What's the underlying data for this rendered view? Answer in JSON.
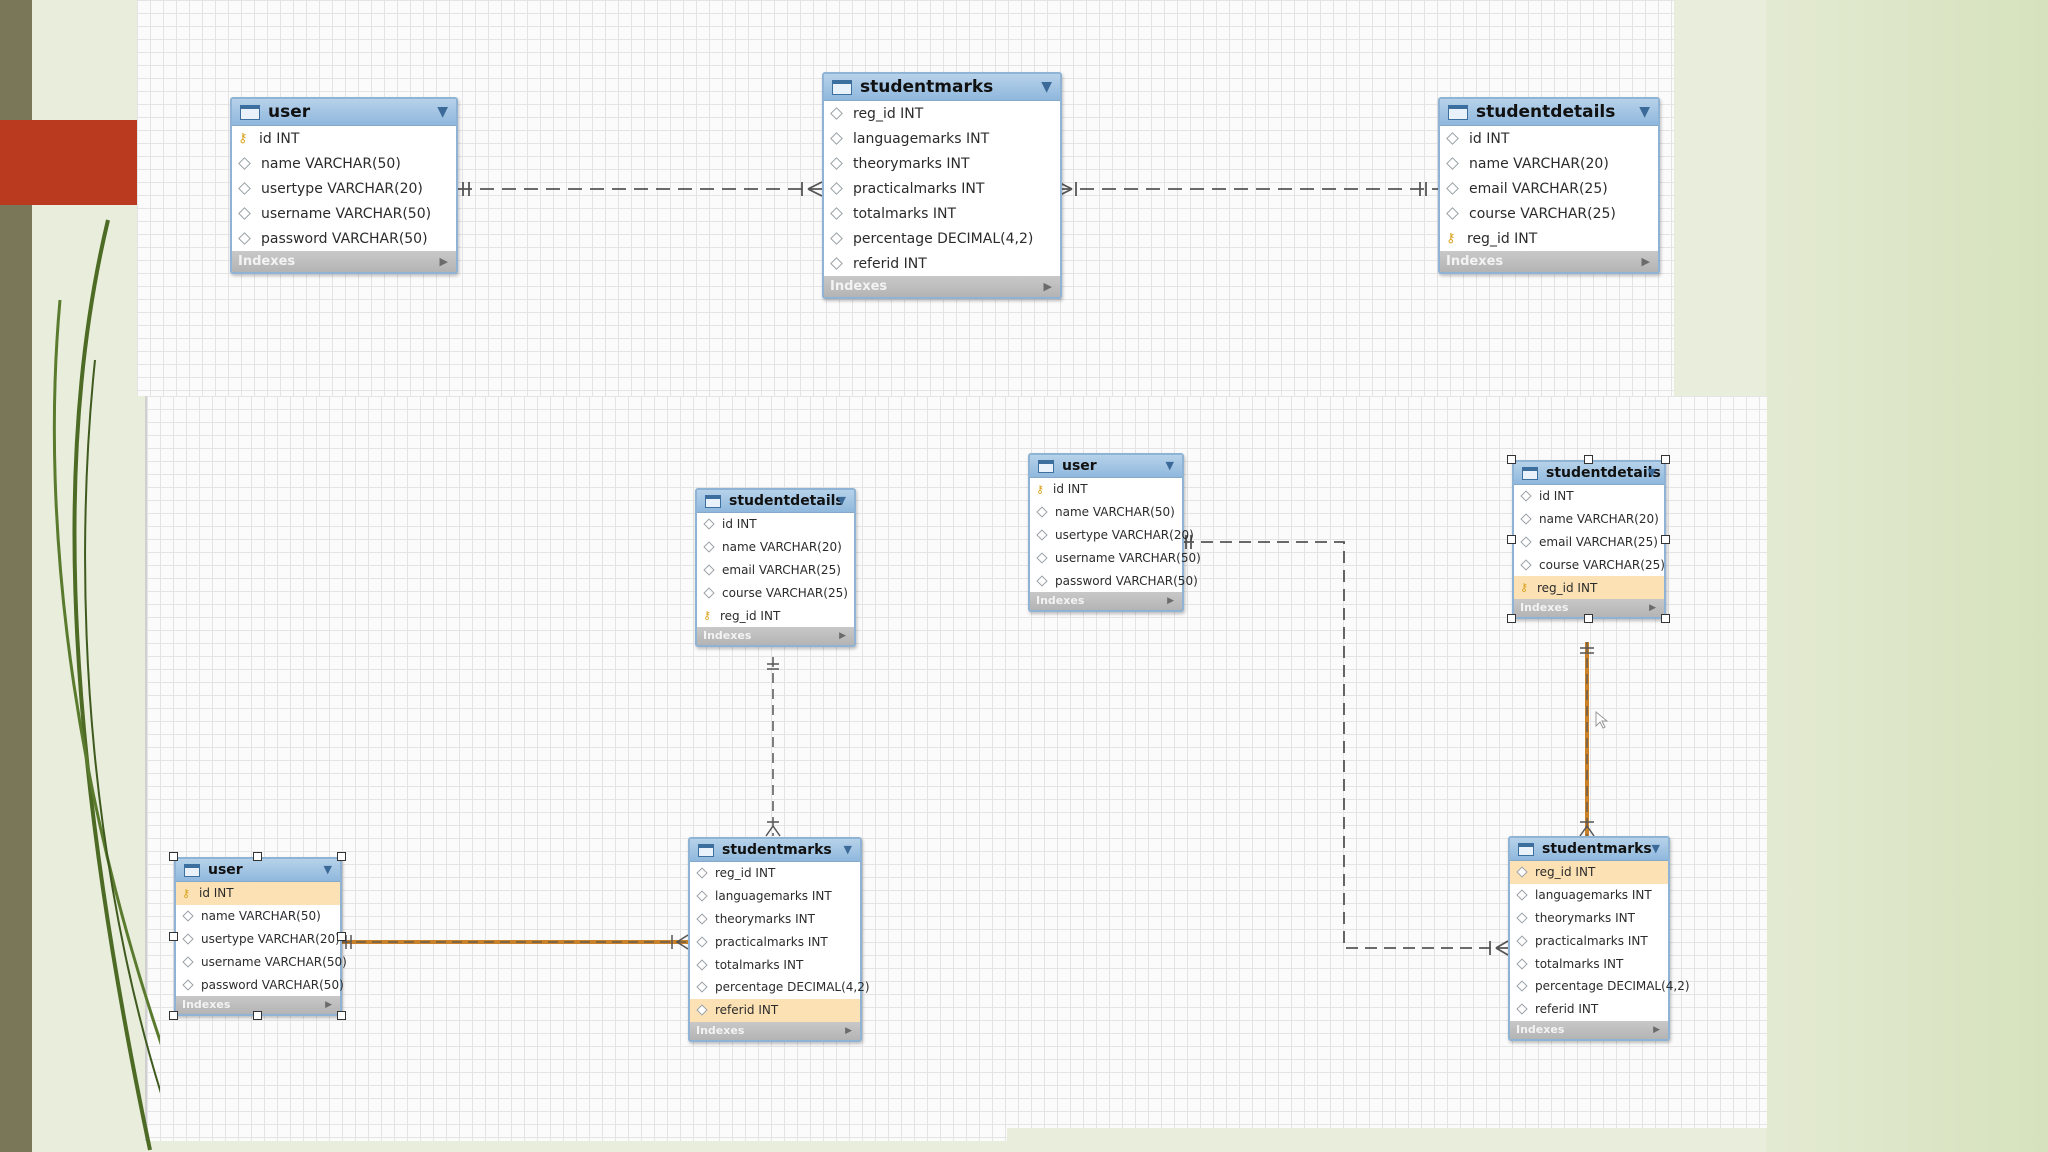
{
  "diagrams": {
    "top": {
      "user": {
        "title": "user",
        "columns": [
          {
            "name": "id INT",
            "icon": "key"
          },
          {
            "name": "name VARCHAR(50)",
            "icon": "diamond"
          },
          {
            "name": "usertype VARCHAR(20)",
            "icon": "diamond"
          },
          {
            "name": "username VARCHAR(50)",
            "icon": "diamond"
          },
          {
            "name": "password VARCHAR(50)",
            "icon": "diamond"
          }
        ],
        "footer": "Indexes"
      },
      "studentmarks": {
        "title": "studentmarks",
        "columns": [
          {
            "name": "reg_id INT",
            "icon": "diamond"
          },
          {
            "name": "languagemarks INT",
            "icon": "diamond"
          },
          {
            "name": "theorymarks INT",
            "icon": "diamond"
          },
          {
            "name": "practicalmarks INT",
            "icon": "diamond"
          },
          {
            "name": "totalmarks INT",
            "icon": "diamond"
          },
          {
            "name": "percentage DECIMAL(4,2)",
            "icon": "diamond"
          },
          {
            "name": "referid INT",
            "icon": "diamond"
          }
        ],
        "footer": "Indexes"
      },
      "studentdetails": {
        "title": "studentdetails",
        "columns": [
          {
            "name": "id INT",
            "icon": "diamond"
          },
          {
            "name": "name VARCHAR(20)",
            "icon": "diamond"
          },
          {
            "name": "email VARCHAR(25)",
            "icon": "diamond"
          },
          {
            "name": "course VARCHAR(25)",
            "icon": "diamond"
          },
          {
            "name": "reg_id INT",
            "icon": "key"
          }
        ],
        "footer": "Indexes"
      }
    },
    "bottom_left": {
      "studentdetails": {
        "title": "studentdetails",
        "columns": [
          {
            "name": "id INT",
            "icon": "diamond"
          },
          {
            "name": "name VARCHAR(20)",
            "icon": "diamond"
          },
          {
            "name": "email VARCHAR(25)",
            "icon": "diamond"
          },
          {
            "name": "course VARCHAR(25)",
            "icon": "diamond"
          },
          {
            "name": "reg_id INT",
            "icon": "key"
          }
        ],
        "footer": "Indexes"
      },
      "user": {
        "title": "user",
        "columns": [
          {
            "name": "id INT",
            "icon": "key",
            "highlighted": true
          },
          {
            "name": "name VARCHAR(50)",
            "icon": "diamond"
          },
          {
            "name": "usertype VARCHAR(20)",
            "icon": "diamond"
          },
          {
            "name": "username VARCHAR(50)",
            "icon": "diamond"
          },
          {
            "name": "password VARCHAR(50)",
            "icon": "diamond"
          }
        ],
        "footer": "Indexes"
      },
      "studentmarks": {
        "title": "studentmarks",
        "columns": [
          {
            "name": "reg_id INT",
            "icon": "diamond"
          },
          {
            "name": "languagemarks INT",
            "icon": "diamond"
          },
          {
            "name": "theorymarks INT",
            "icon": "diamond"
          },
          {
            "name": "practicalmarks INT",
            "icon": "diamond"
          },
          {
            "name": "totalmarks INT",
            "icon": "diamond"
          },
          {
            "name": "percentage DECIMAL(4,2)",
            "icon": "diamond"
          },
          {
            "name": "referid INT",
            "icon": "diamond",
            "highlighted": true
          }
        ],
        "footer": "Indexes"
      }
    },
    "bottom_right": {
      "user": {
        "title": "user",
        "columns": [
          {
            "name": "id INT",
            "icon": "key"
          },
          {
            "name": "name VARCHAR(50)",
            "icon": "diamond"
          },
          {
            "name": "usertype VARCHAR(20)",
            "icon": "diamond"
          },
          {
            "name": "username VARCHAR(50)",
            "icon": "diamond"
          },
          {
            "name": "password VARCHAR(50)",
            "icon": "diamond"
          }
        ],
        "footer": "Indexes"
      },
      "studentdetails": {
        "title": "studentdetails",
        "columns": [
          {
            "name": "id INT",
            "icon": "diamond"
          },
          {
            "name": "name VARCHAR(20)",
            "icon": "diamond"
          },
          {
            "name": "email VARCHAR(25)",
            "icon": "diamond"
          },
          {
            "name": "course VARCHAR(25)",
            "icon": "diamond"
          },
          {
            "name": "reg_id INT",
            "icon": "key",
            "highlighted": true
          }
        ],
        "footer": "Indexes"
      },
      "studentmarks": {
        "title": "studentmarks",
        "columns": [
          {
            "name": "reg_id INT",
            "icon": "diamond",
            "highlighted": true
          },
          {
            "name": "languagemarks INT",
            "icon": "diamond"
          },
          {
            "name": "theorymarks INT",
            "icon": "diamond"
          },
          {
            "name": "practicalmarks INT",
            "icon": "diamond"
          },
          {
            "name": "totalmarks INT",
            "icon": "diamond"
          },
          {
            "name": "percentage DECIMAL(4,2)",
            "icon": "diamond"
          },
          {
            "name": "referid INT",
            "icon": "diamond"
          }
        ],
        "footer": "Indexes"
      }
    }
  },
  "colors": {
    "header": "#8fb8dd",
    "highlight": "#fce1b4",
    "relation_selected": "#c9822a",
    "relation": "#555555",
    "accent": "#b93a1f"
  }
}
